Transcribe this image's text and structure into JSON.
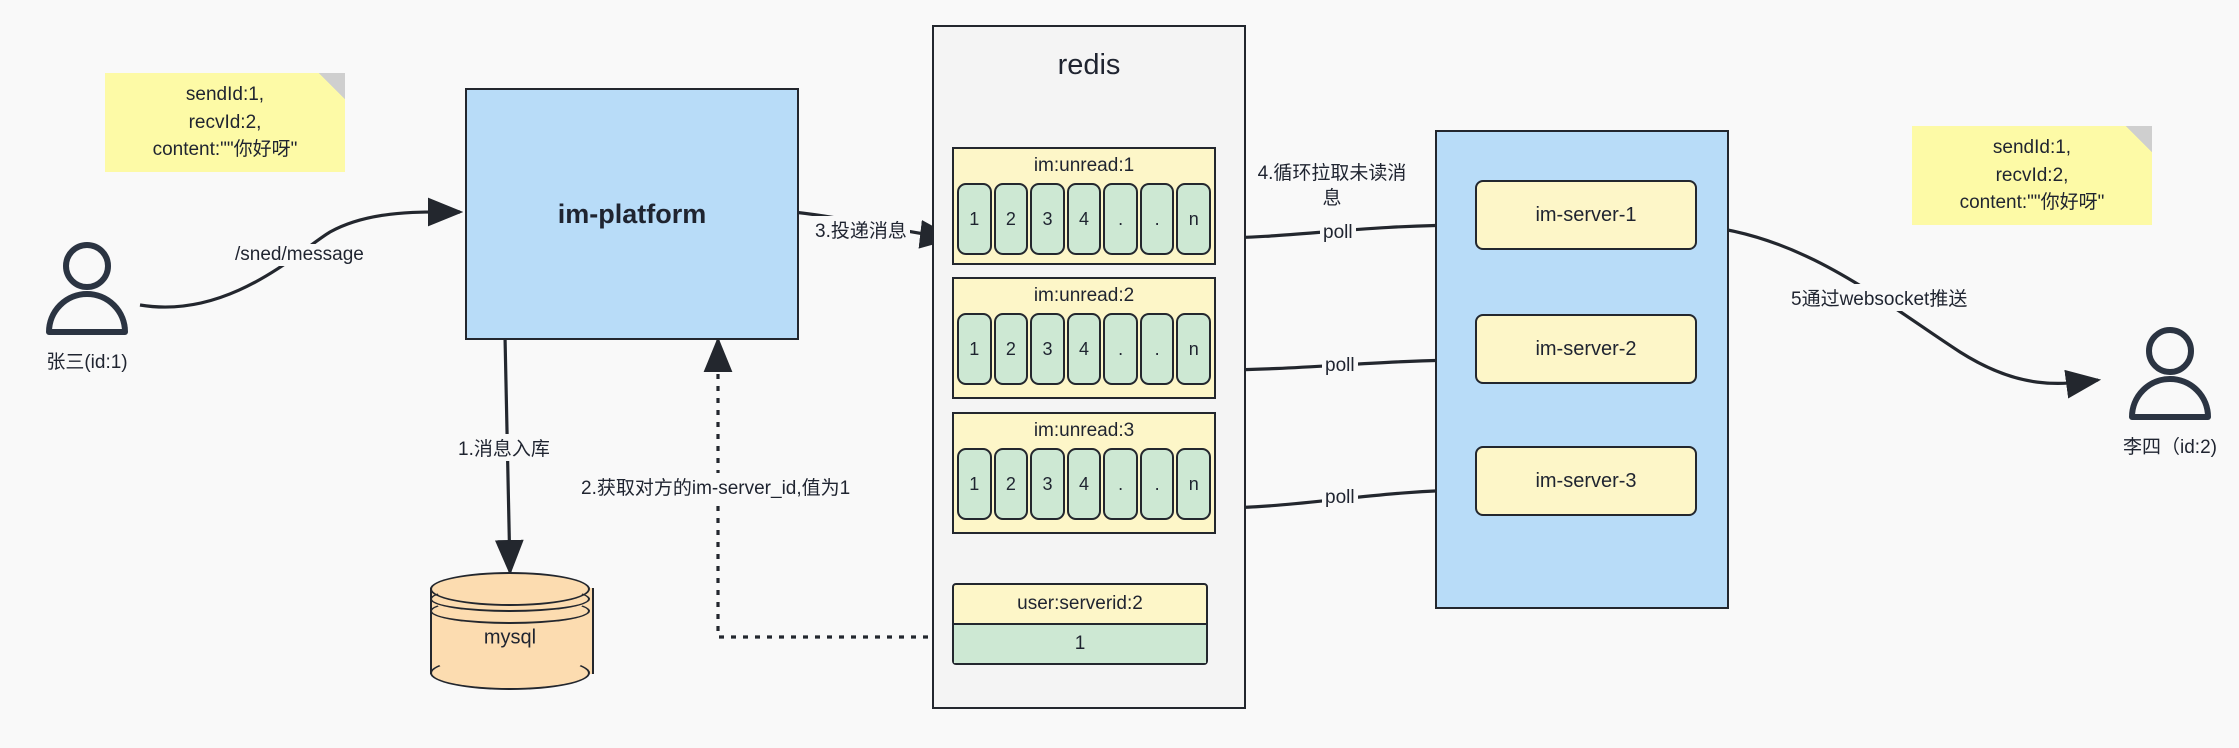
{
  "diagram": {
    "title": "IM message delivery architecture",
    "colors": {
      "note_yellow": "#fdfaa6",
      "key_yellow": "#fdf6c8",
      "cell_green": "#cde8d3",
      "platform_blue": "#b8dcf8",
      "mysql_orange": "#fcdcb0",
      "redis_gray": "#f4f4f4",
      "stroke": "#23272e",
      "background": "#f9f9f9"
    }
  },
  "notes": {
    "left": "sendId:1,\nrecvId:2,\ncontent:\"\"你好呀\"",
    "right": "sendId:1,\nrecvId:2,\ncontent:\"\"你好呀\""
  },
  "actors": {
    "sender": {
      "label": "张三(id:1)",
      "icon": "user-icon"
    },
    "receiver": {
      "label": "李四（id:2)",
      "icon": "user-icon"
    }
  },
  "platform": {
    "label": "im-platform"
  },
  "database": {
    "label": "mysql",
    "icon": "database-cylinder-icon"
  },
  "redis": {
    "title": "redis",
    "keys": [
      {
        "name": "im:unread:1",
        "cells": [
          "1",
          "2",
          "3",
          "4",
          ".",
          ".",
          "n"
        ]
      },
      {
        "name": "im:unread:2",
        "cells": [
          "1",
          "2",
          "3",
          "4",
          ".",
          ".",
          "n"
        ]
      },
      {
        "name": "im:unread:3",
        "cells": [
          "1",
          "2",
          "3",
          "4",
          ".",
          ".",
          "n"
        ]
      }
    ],
    "kv": {
      "name": "user:serverid:2",
      "value": "1"
    }
  },
  "cluster": {
    "servers": [
      {
        "label": "im-server-1"
      },
      {
        "label": "im-server-2"
      },
      {
        "label": "im-server-3"
      }
    ]
  },
  "edges": {
    "send_message": "/sned/message",
    "step1": "1.消息入库",
    "step2": "2.获取对方的im-server_id,值为1",
    "step3": "3.投递消息",
    "step4": "4.循环拉取未读消息",
    "poll_1": "poll",
    "poll_2": "poll",
    "poll_3": "poll",
    "step5": "5通过websocket推送"
  }
}
